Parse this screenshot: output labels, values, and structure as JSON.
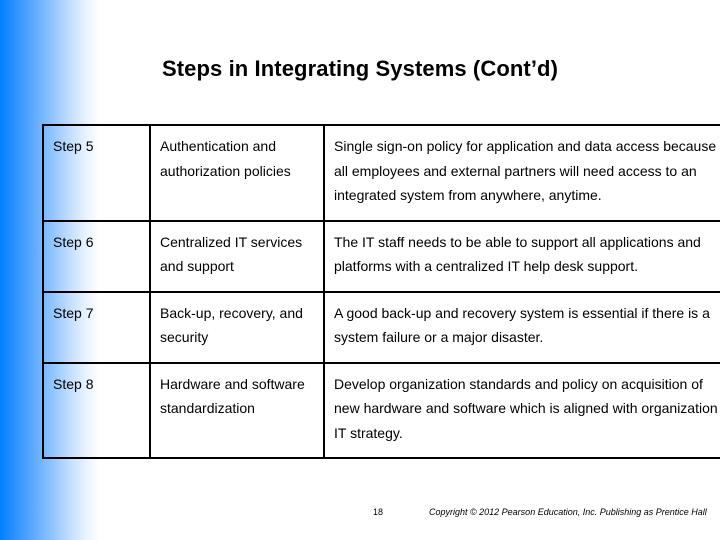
{
  "slide": {
    "title": "Steps in Integrating Systems (Cont’d)",
    "background": {
      "gradient_start_color": "#0080ff",
      "gradient_end_color": "#ffffff",
      "direction": "left-to-right"
    }
  },
  "table": {
    "border_color": "#000000",
    "rows": [
      {
        "step": "Step 5",
        "name": "Authentication and authorization policies",
        "description": "Single sign-on policy for application and data access because all employees and external partners will need access to an integrated system from anywhere, anytime."
      },
      {
        "step": "Step 6",
        "name": "Centralized IT services and support",
        "description": "The IT staff needs to be able to support all applications and platforms with a centralized IT help desk support."
      },
      {
        "step": "Step 7",
        "name": "Back-up, recovery, and security",
        "description": "A good back-up and recovery system is essential if there is a system failure or a major disaster."
      },
      {
        "step": "Step 8",
        "name": "Hardware and software standardization",
        "description": "Develop organization standards and policy on acquisition of new hardware and software which is aligned with organization IT strategy."
      }
    ]
  },
  "footer": {
    "page_number": "18",
    "copyright": "Copyright © 2012 Pearson Education, Inc. Publishing as Prentice Hall"
  }
}
